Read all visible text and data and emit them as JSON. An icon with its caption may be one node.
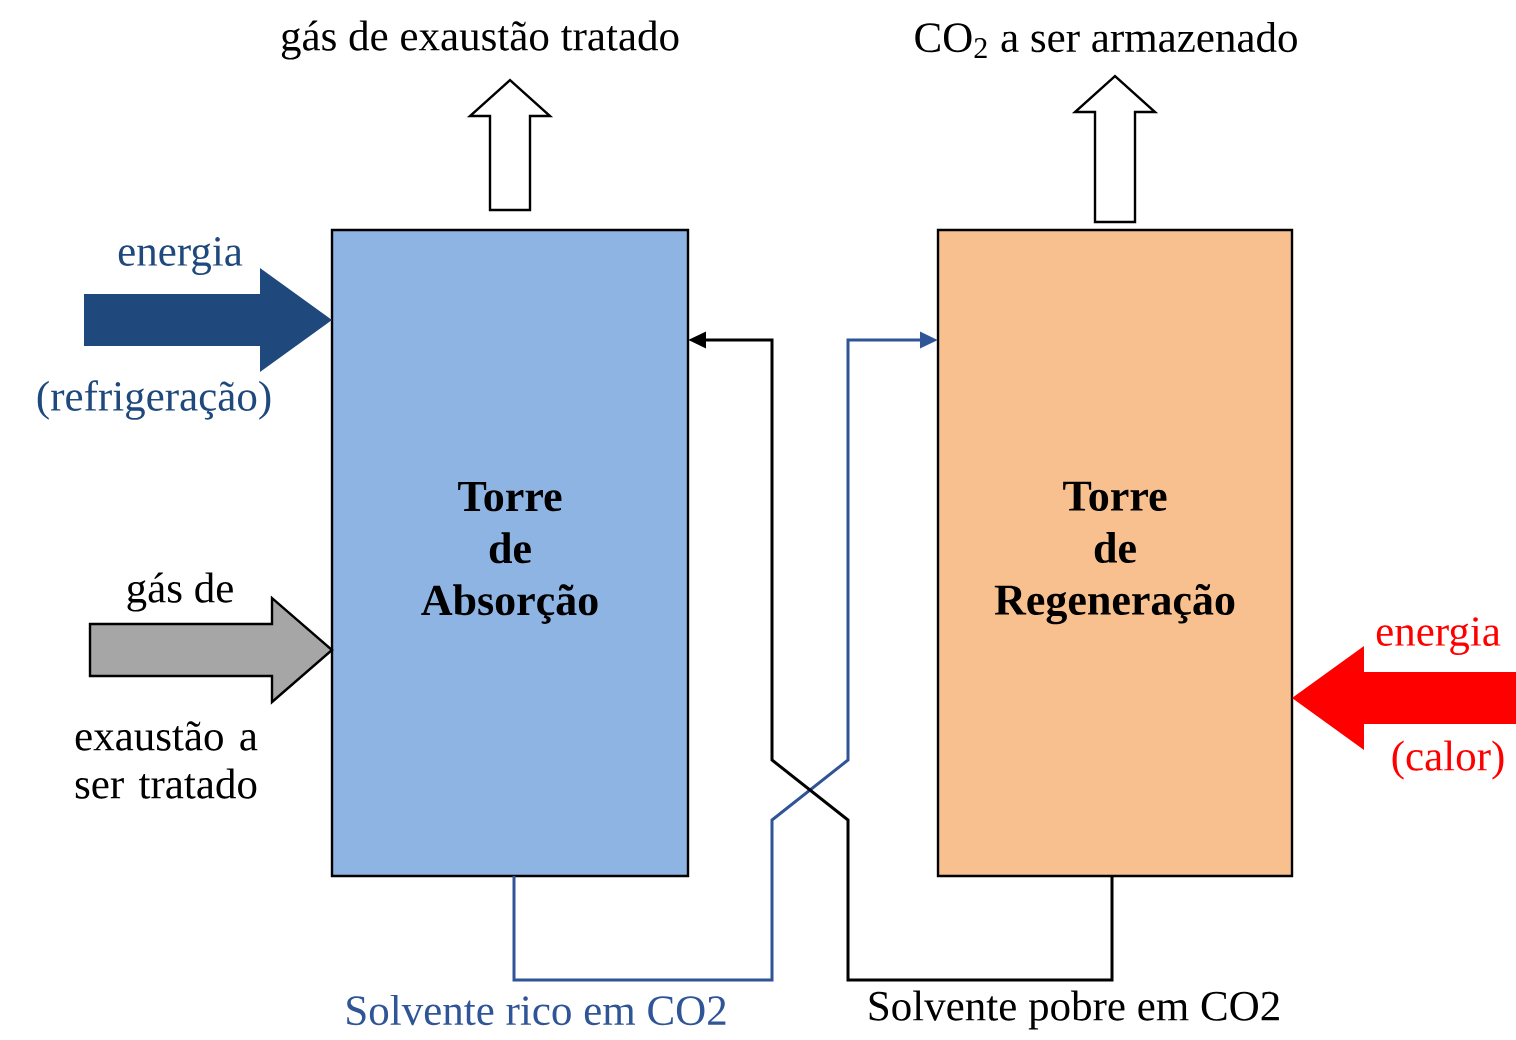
{
  "diagram": {
    "nodes": [
      {
        "text": [
          "Torre de Absorção"
        ]
      },
      {
        "text": [
          "Torre de Regeneração"
        ]
      },
      {
        "text": [
          "gás de exaustão tratado"
        ]
      },
      {
        "text": [
          "CO$_{2}$ a ser armazenado"
        ]
      }
    ],
    "edges": [
      {
        "from": null,
        "to": 0,
        "arrow": "to",
        "style": "thick",
        "color": "#1f497d"
      },
      {
        "from": null,
        "to": 0,
        "arrow": "to",
        "style": "thick",
        "color": "#a6a6a6"
      },
      {
        "from": 0,
        "to": 2,
        "arrow": "to",
        "style": "thick"
      },
      {
        "from": null,
        "to": 1,
        "arrow": "to",
        "style": "thick",
        "color": "#ff0000"
      },
      {
        "from": 1,
        "to": 3,
        "arrow": "to",
        "style": "thick"
      },
      {
        "from": 0,
        "to": 1,
        "arrow": "to",
        "label": "Solvente rico em CO2",
        "color": "#2f5597"
      },
      {
        "from": 1,
        "to": 0,
        "arrow": "to",
        "label": "Solvente pobre em CO2",
        "color": "#000000"
      }
    ],
    "labels": [
      "energia",
      "(refrigeração)",
      "gás de",
      "exaustão a ser tratado",
      "energia",
      "(calor)"
    ]
  }
}
